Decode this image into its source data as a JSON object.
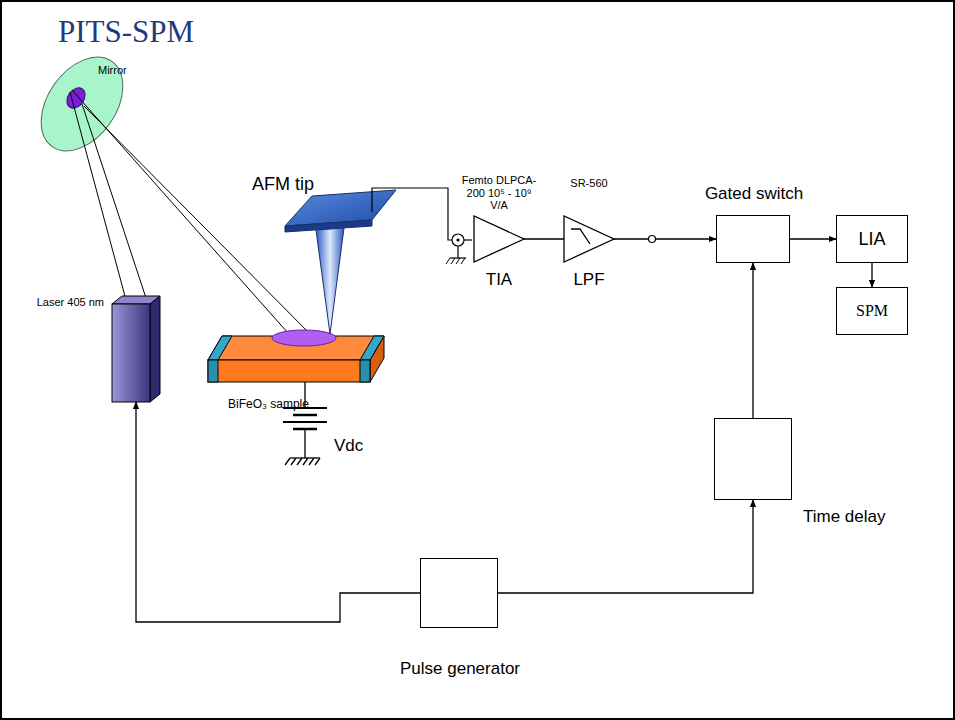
{
  "diagram": {
    "title": "PITS-SPM",
    "nodes": [
      {
        "text": [
          "BiFeO₃ sample"
        ]
      },
      {
        "text": [
          "Laser 405 nm"
        ]
      },
      {
        "text": [
          "Femto DLPCA-200 10⁵ - 10⁹ V/A",
          "TIA"
        ]
      },
      {
        "text": [
          "SR-560",
          "LPF"
        ]
      },
      {
        "text": [
          "Gated switch"
        ]
      },
      {
        "text": [
          "LIA"
        ]
      },
      {
        "text": [
          "SPM"
        ]
      },
      {
        "text": [
          "Time delay"
        ]
      },
      {
        "text": [
          "Pulse generator"
        ]
      }
    ],
    "edges": [
      {
        "from": 2,
        "to": 3,
        "arrow": "none"
      },
      {
        "from": 3,
        "to": 4,
        "arrow": "to"
      },
      {
        "from": 4,
        "to": 5,
        "arrow": "to"
      },
      {
        "from": 5,
        "to": 6,
        "arrow": "to"
      },
      {
        "from": 7,
        "to": 4,
        "arrow": "to"
      },
      {
        "from": 8,
        "to": 7,
        "arrow": "to"
      },
      {
        "from": 8,
        "to": 1,
        "arrow": "to"
      }
    ],
    "labels": [
      "Mirror",
      "AFM tip",
      "Vdc"
    ]
  }
}
